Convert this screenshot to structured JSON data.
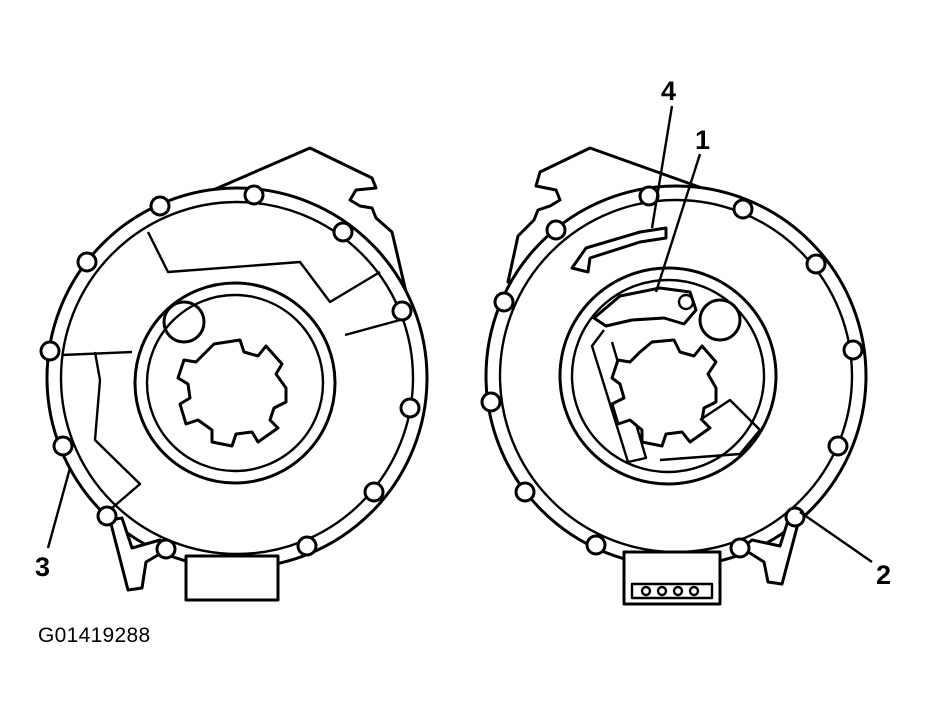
{
  "figure": {
    "caption": "G01419288",
    "callouts": [
      {
        "id": "callout-1",
        "label": "1"
      },
      {
        "id": "callout-2",
        "label": "2"
      },
      {
        "id": "callout-3",
        "label": "3"
      },
      {
        "id": "callout-4",
        "label": "4"
      }
    ],
    "views": [
      "front-view",
      "rear-view"
    ]
  }
}
